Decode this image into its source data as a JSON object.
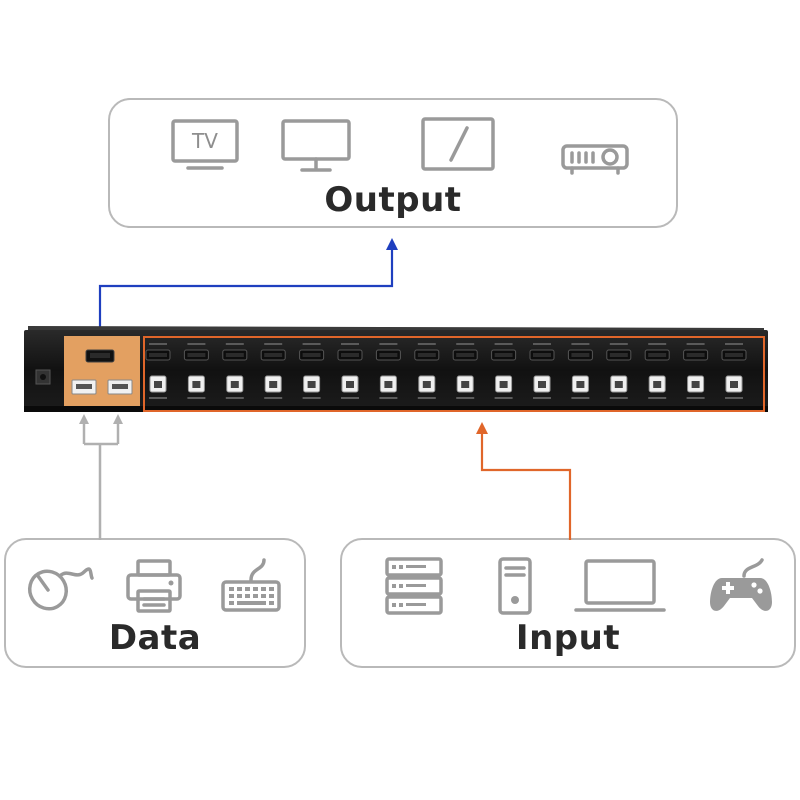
{
  "labels": {
    "output": "Output",
    "data": "Data",
    "input": "Input"
  },
  "icons": {
    "output": [
      "tv-icon",
      "monitor-icon",
      "display-panel-icon",
      "projector-icon"
    ],
    "data": [
      "mouse-icon",
      "printer-icon",
      "keyboard-icon"
    ],
    "input": [
      "server-icon",
      "desktop-tower-icon",
      "laptop-icon",
      "gamepad-icon"
    ]
  },
  "tv_icon_text": "TV",
  "connectors": {
    "output_line_color": "#1f3fbf",
    "input_line_color": "#e0662a",
    "data_line_color": "#b0b0b0"
  },
  "device": {
    "body_color": "#151515",
    "accent_color": "#e3a061",
    "port_count": 16
  }
}
